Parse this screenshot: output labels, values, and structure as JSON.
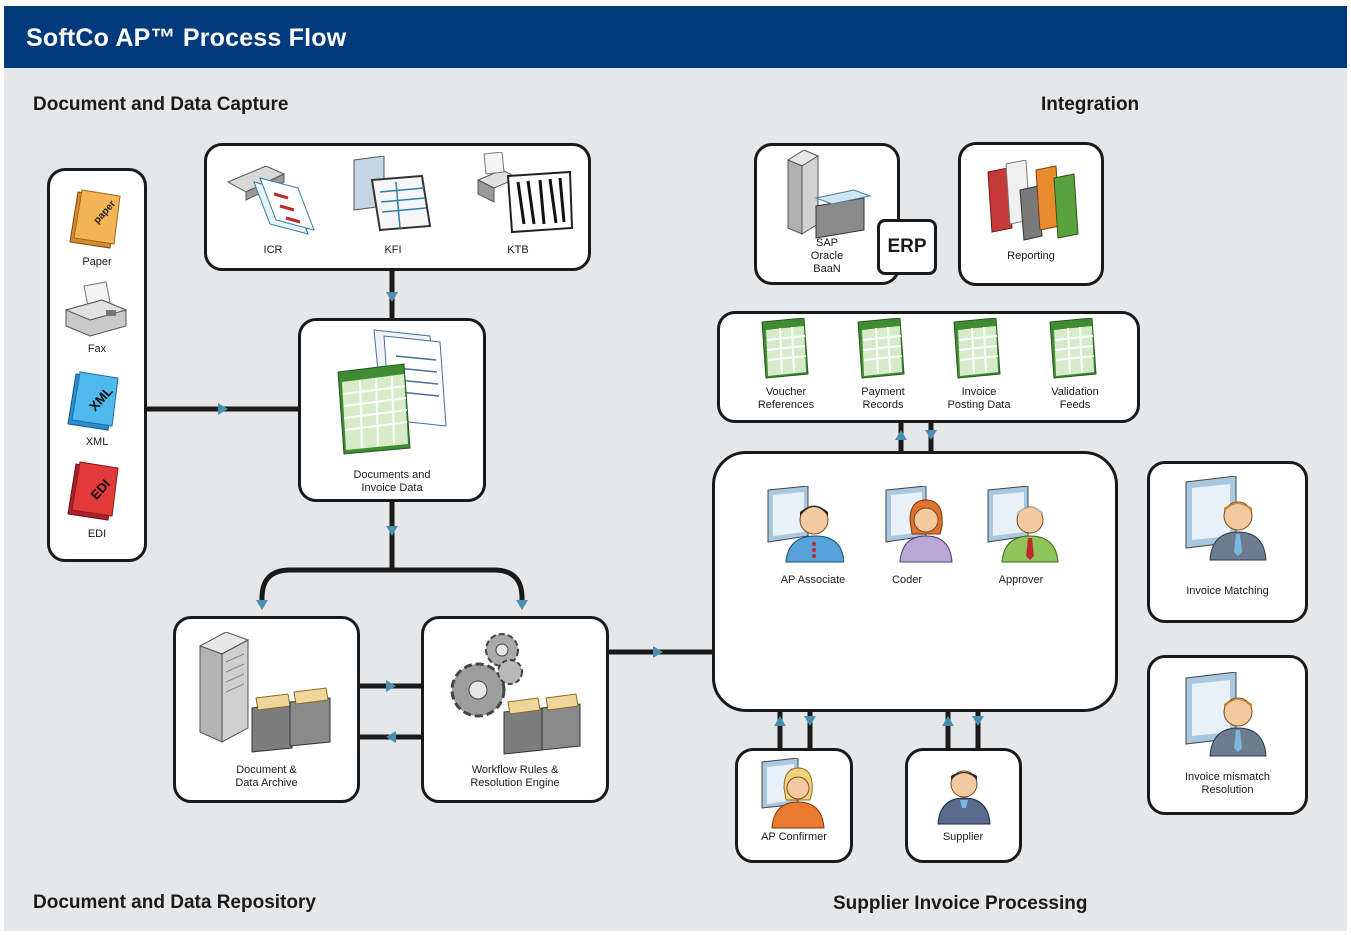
{
  "header": {
    "title": "SoftCo AP™  Process Flow"
  },
  "sections": {
    "capture": "Document and Data Capture",
    "integration": "Integration",
    "repository": "Document and Data Repository",
    "processing": "Supplier Invoice Processing"
  },
  "inputs": {
    "paper": {
      "label": "Paper",
      "badge": "paper"
    },
    "fax": {
      "label": "Fax"
    },
    "xml": {
      "label": "XML",
      "badge": "XML"
    },
    "edi": {
      "label": "EDI",
      "badge": "EDI"
    }
  },
  "capture": {
    "icr": "ICR",
    "kfi": "KFI",
    "ktb": "KTB"
  },
  "documents_label": "Documents and\nInvoice Data",
  "archive_label": "Document &\nData Archive",
  "workflow_label": "Workflow Rules &\nResolution Engine",
  "erp": {
    "systems": "SAP\nOracle\nBaaN",
    "badge": "ERP"
  },
  "reporting_label": "Reporting",
  "feeds": {
    "voucher": "Voucher\nReferences",
    "payment": "Payment\nRecords",
    "posting": "Invoice\nPosting Data",
    "validation": "Validation\nFeeds"
  },
  "roles": {
    "associate": "AP Associate",
    "coder": "Coder",
    "approver": "Approver"
  },
  "confirmer_label": "AP Confirmer",
  "supplier_label": "Supplier",
  "matching_label": "Invoice Matching",
  "mismatch_label": "Invoice mismatch\nResolution",
  "colors": {
    "banner": "#003a7d",
    "panel": "#e6e7e8",
    "arrow_tip": "#4b8fb0",
    "line": "#1a1a1a"
  }
}
